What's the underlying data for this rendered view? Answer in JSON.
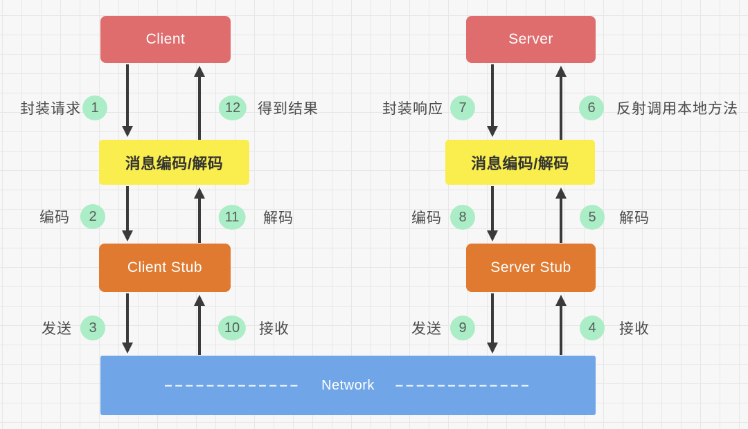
{
  "colors": {
    "endpoint": "#DF6D6E",
    "codec": "#F9EE4D",
    "stub": "#E07A30",
    "network": "#70A6E7",
    "step": "#ABEDC6",
    "arrow": "#3A3A3A",
    "label": "#4A4A4A"
  },
  "client_side": {
    "endpoint_label": "Client",
    "codec_label": "消息编码/解码",
    "stub_label": "Client Stub",
    "steps": {
      "s1": {
        "num": "1",
        "label": "封装请求"
      },
      "s2": {
        "num": "2",
        "label": "编码"
      },
      "s3": {
        "num": "3",
        "label": "发送"
      },
      "s10": {
        "num": "10",
        "label": "接收"
      },
      "s11": {
        "num": "11",
        "label": "解码"
      },
      "s12": {
        "num": "12",
        "label": "得到结果"
      }
    }
  },
  "server_side": {
    "endpoint_label": "Server",
    "codec_label": "消息编码/解码",
    "stub_label": "Server Stub",
    "steps": {
      "s4": {
        "num": "4",
        "label": "接收"
      },
      "s5": {
        "num": "5",
        "label": "解码"
      },
      "s6": {
        "num": "6",
        "label": "反射调用本地方法"
      },
      "s7": {
        "num": "7",
        "label": "封装响应"
      },
      "s8": {
        "num": "8",
        "label": "编码"
      },
      "s9": {
        "num": "9",
        "label": "发送"
      }
    }
  },
  "network": {
    "label": "Network",
    "dashes_left": "–––––––––––––",
    "dashes_right": "–––––––––––––"
  }
}
